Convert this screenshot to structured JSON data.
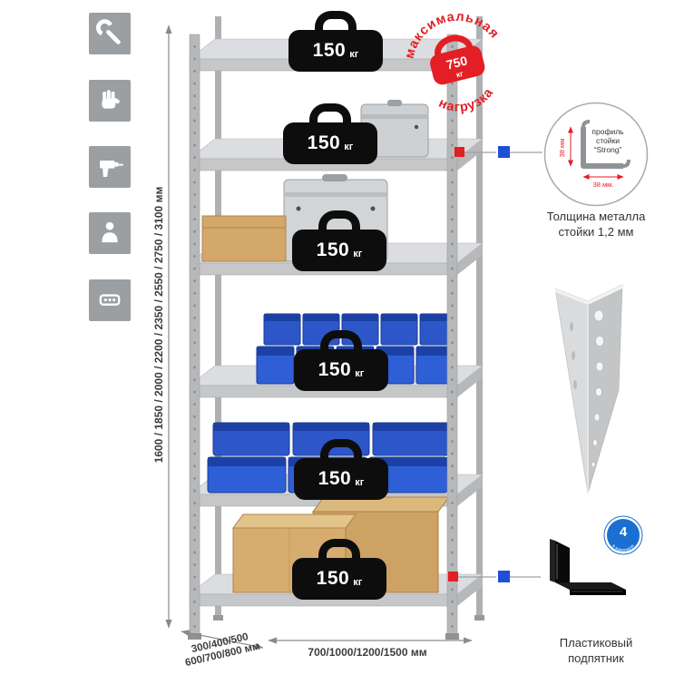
{
  "colors": {
    "accent_red": "#e31e24",
    "accent_blue": "#1f4fd8",
    "metal_gray": "#b6b8ba",
    "bin_blue": "#2d57c8"
  },
  "side_icons": {
    "items": [
      "wrench",
      "gloves",
      "drill",
      "person",
      "level"
    ]
  },
  "dimensions": {
    "height": "1600 / 1850 / 2000 / 2200 / 2350 / 2550 / 2750 / 3100 мм",
    "depth_line1": "300/400/500",
    "depth_line2": "600/700/800 мм",
    "width": "700/1000/1200/1500 мм"
  },
  "rack": {
    "shelf_weights": [
      {
        "value": "150",
        "unit": "кг"
      },
      {
        "value": "150",
        "unit": "кг"
      },
      {
        "value": "150",
        "unit": "кг"
      },
      {
        "value": "150",
        "unit": "кг"
      },
      {
        "value": "150",
        "unit": "кг"
      },
      {
        "value": "150",
        "unit": "кг"
      }
    ]
  },
  "stamp": {
    "arc_top": "максимальная",
    "arc_bottom": "нагрузка",
    "value": "750",
    "unit": "кг"
  },
  "profile_callout": {
    "label_line1": "профиль",
    "label_line2": "стойки",
    "label_line3": "“Strong”",
    "dim_vertical": "38 мм",
    "dim_horizontal": "38 мм.",
    "caption_line1": "Толщина металла",
    "caption_line2": "стойки 1,2 мм"
  },
  "foot_callout": {
    "badge_number": "4",
    "badge_text": "в комплекте",
    "caption_line1": "Пластиковый",
    "caption_line2": "подпятник"
  }
}
